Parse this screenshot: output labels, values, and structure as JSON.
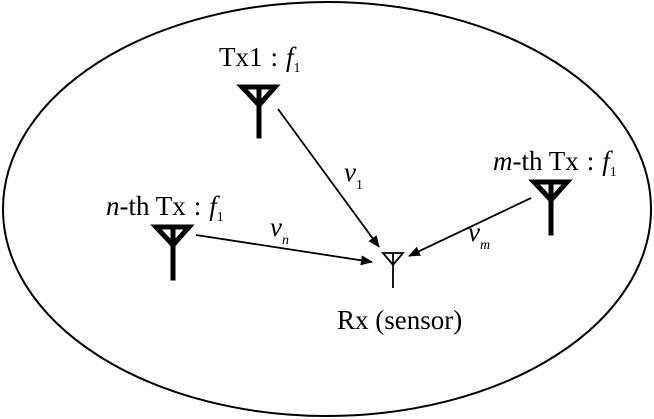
{
  "tx1": {
    "name": "Tx1",
    "sep": ":",
    "freq": "f",
    "freq_sub": "1"
  },
  "txm": {
    "prefix": "m",
    "suffix": "-th Tx",
    "sep": ":",
    "freq": "f",
    "freq_sub": "1"
  },
  "txn": {
    "prefix": "n",
    "suffix": "-th Tx",
    "sep": ":",
    "freq": "f",
    "freq_sub": "1"
  },
  "v1": {
    "sym": "v",
    "sub": "1"
  },
  "vn": {
    "sym": "v",
    "sub": "n"
  },
  "vm": {
    "sym": "v",
    "sub": "m"
  },
  "rx": {
    "label": "Rx (sensor)"
  }
}
